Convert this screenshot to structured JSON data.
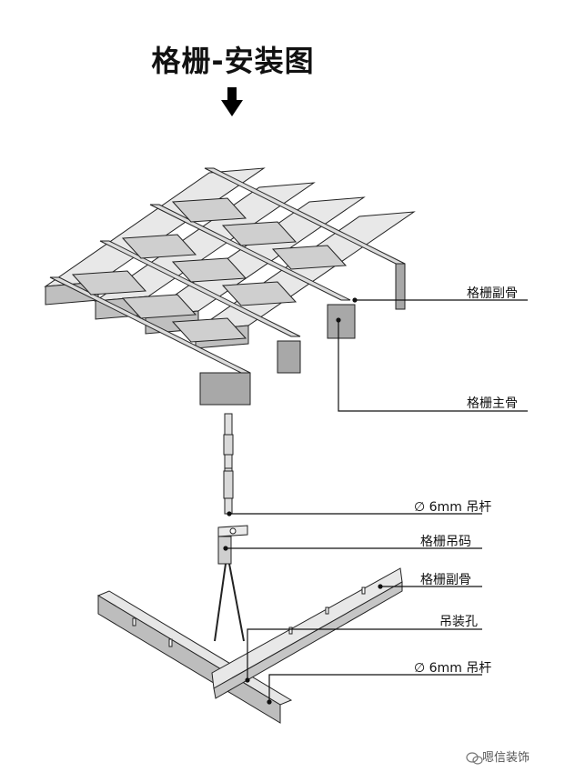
{
  "title": "格栅-安装图",
  "labels": {
    "secondary_keel_top": "格栅副骨",
    "main_keel": "格栅主骨",
    "rod_top": "∅ 6mm 吊杆",
    "hanger_clip": "格栅吊码",
    "secondary_keel_bottom": "格栅副骨",
    "hanging_hole": "吊装孔",
    "rod_bottom": "∅ 6mm 吊杆"
  },
  "watermark": "嗯信装饰",
  "icons": [
    "down-arrow-icon",
    "wechat-icon"
  ]
}
